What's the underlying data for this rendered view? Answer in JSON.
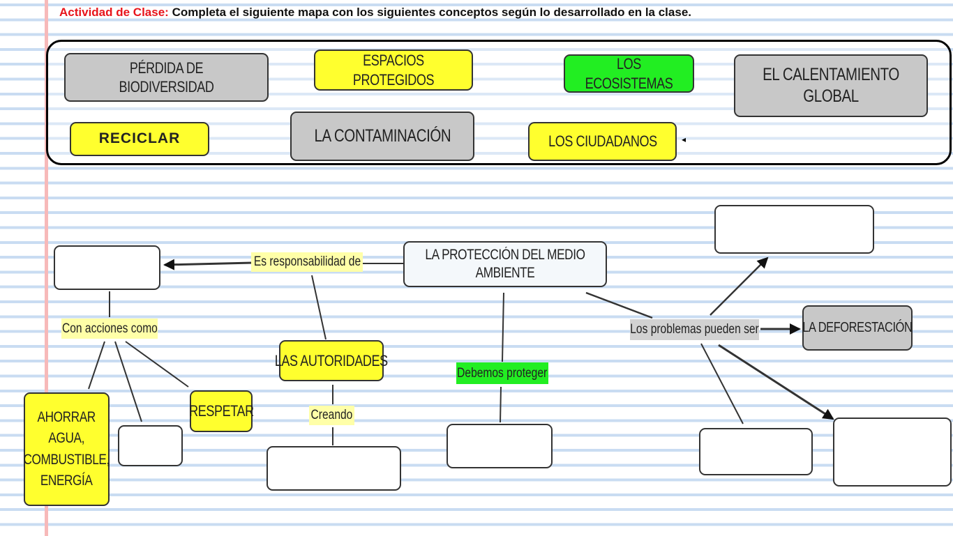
{
  "title": {
    "prefix": "Actividad de Clase:",
    "text": "Completa el siguiente mapa con los siguientes conceptos según lo  desarrollado en la clase."
  },
  "concepts": [
    "PÉRDIDA DE BIODIVERSIDAD",
    "ESPACIOS PROTEGIDOS",
    "LOS ECOSISTEMAS",
    "EL CALENTAMIENTO GLOBAL",
    "RECICLAR",
    "LA CONTAMINACIÓN",
    "LOS CIUDADANOS"
  ],
  "map": {
    "center": "LA PROTECCIÓN DEL MEDIO AMBIENTE",
    "responsabilidad": "Es responsabilidad de",
    "acciones": "Con acciones como",
    "ahorrar": "AHORRAR AGUA, COMBUSTIBLE, ENERGÍA",
    "respetar": "RESPETAR",
    "autoridades": "LAS AUTORIDADES",
    "creando": "Creando",
    "proteger": "Debemos proteger",
    "problemas": "Los problemas pueden ser",
    "deforestacion": "LA DEFORESTACIÓN"
  },
  "colors": {
    "yellow": "#ffff2e",
    "green": "#22ee22",
    "gray": "#c8c8c8",
    "title_red": "#e8141b"
  }
}
